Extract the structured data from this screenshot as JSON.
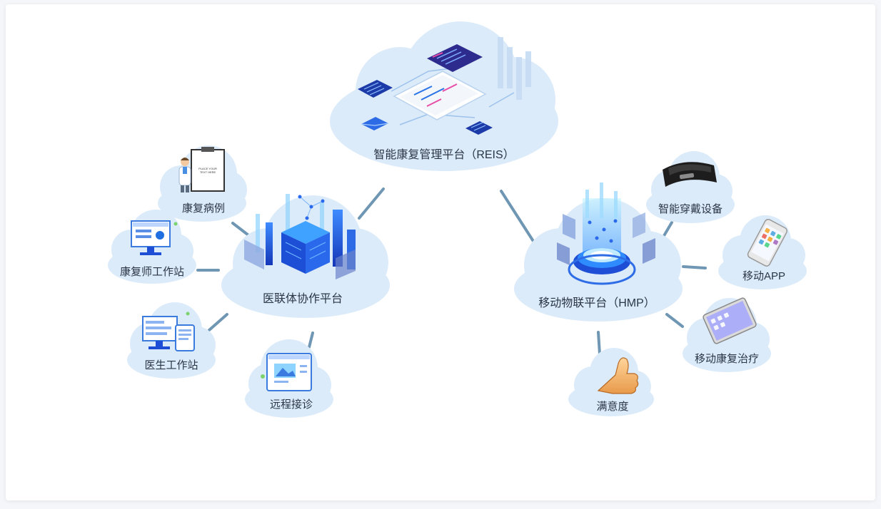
{
  "diagram": {
    "nodes": {
      "reis": "智能康复管理平台（REIS）",
      "collab": "医联体协作平台",
      "hmp": "移动物联平台（HMP）",
      "cases": "康复病例",
      "therapist": "康复师工作站",
      "doctor": "医生工作站",
      "remote": "远程接诊",
      "wearable": "智能穿戴设备",
      "app": "移动APP",
      "mobile_therapy": "移动康复治疗",
      "satisfaction": "满意度"
    },
    "clipboard_text": [
      "PLACE YOUR",
      "TEXT HERE"
    ],
    "colors": {
      "cloud": "#dcebfa",
      "connector": "#6f97b4",
      "accent": "#1e5bd8",
      "text": "#2a3645"
    },
    "icons": {
      "reis": "isometric-dashboard-icon",
      "collab": "isometric-server-cube-icon",
      "hmp": "iot-hologram-icon",
      "cases": "doctor-clipboard-icon",
      "therapist": "monitor-user-icon",
      "doctor": "monitor-tablet-icon",
      "remote": "tablet-picture-icon",
      "wearable": "wristband-icon",
      "app": "smartphone-icon",
      "mobile_therapy": "tablet-icon",
      "satisfaction": "thumbs-up-icon"
    }
  }
}
